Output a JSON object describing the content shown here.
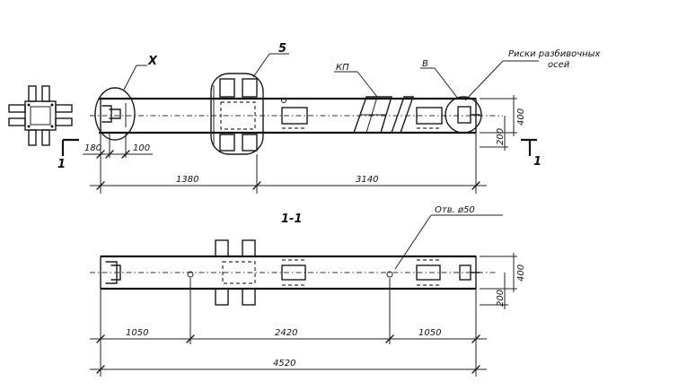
{
  "callouts": {
    "detail_left": "X",
    "detail_mid": "5",
    "kp": "КП",
    "detail_right": "В",
    "risks_line1": "Риски разбивочных",
    "risks_line2": "осей",
    "hole": "Отв. ø50"
  },
  "section": {
    "mark": "1",
    "title": "1-1"
  },
  "top_view_dims": {
    "d180": "180",
    "d100": "100",
    "d1380": "1380",
    "d3140": "3140",
    "d400": "400",
    "d200": "200"
  },
  "bottom_view_dims": {
    "d1050_left": "1050",
    "d2420": "2420",
    "d1050_right": "1050",
    "d4520": "4520",
    "d400": "400",
    "d200": "200"
  }
}
